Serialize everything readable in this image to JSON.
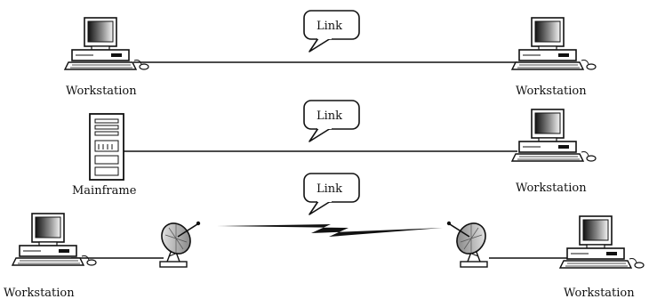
{
  "rows": [
    {
      "left": {
        "kind": "workstation",
        "label": "Workstation"
      },
      "right": {
        "kind": "workstation",
        "label": "Workstation"
      },
      "link": {
        "label": "Link",
        "medium": "wire"
      }
    },
    {
      "left": {
        "kind": "mainframe",
        "label": "Mainframe"
      },
      "right": {
        "kind": "workstation",
        "label": "Workstation"
      },
      "link": {
        "label": "Link",
        "medium": "wire"
      }
    },
    {
      "left": {
        "kind": "workstation",
        "label": "Workstation"
      },
      "right": {
        "kind": "workstation",
        "label": "Workstation"
      },
      "link": {
        "label": "Link",
        "medium": "satellite"
      }
    }
  ],
  "icons": [
    "computer-icon",
    "mainframe-icon",
    "satellite-dish-icon",
    "speech-bubble-icon",
    "lightning-link-icon"
  ],
  "colors": {
    "line": "#111111",
    "screen_dark": "#1a1a1a",
    "screen_light": "#f0f0f0"
  }
}
